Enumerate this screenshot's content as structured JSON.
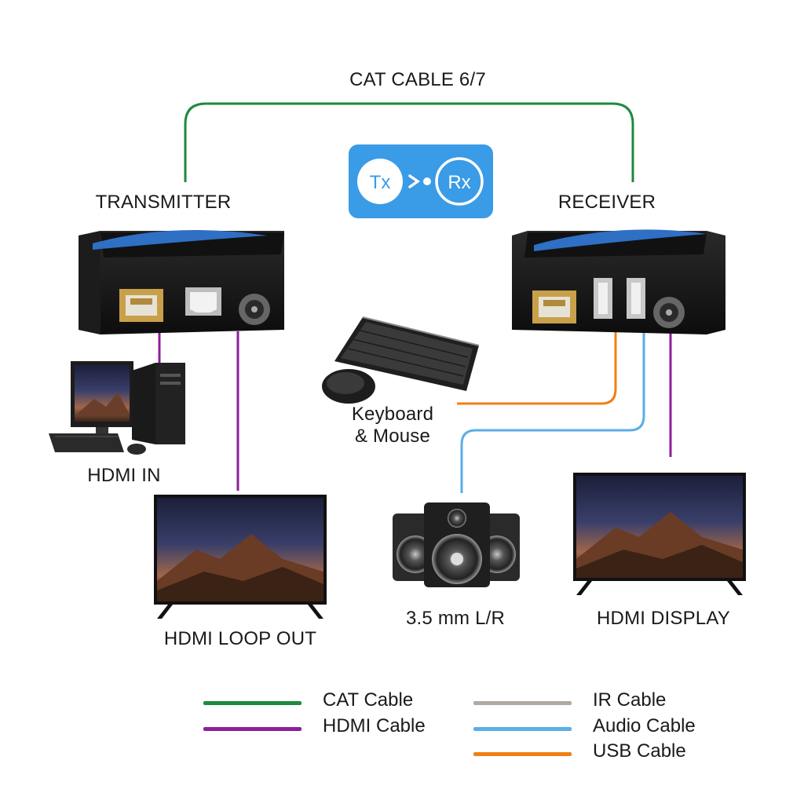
{
  "top_cable_label": "CAT CABLE 6/7",
  "badge": {
    "tx": "Tx",
    "rx": "Rx",
    "color": "#3a9be6"
  },
  "devices": {
    "transmitter": "TRANSMITTER",
    "receiver": "RECEIVER",
    "hdmi_in": "HDMI IN",
    "hdmi_loop_out": "HDMI LOOP OUT",
    "keyboard_mouse_line1": "Keyboard",
    "keyboard_mouse_line2": "& Mouse",
    "audio": "3.5 mm L/R",
    "hdmi_display": "HDMI DISPLAY"
  },
  "legend": [
    {
      "label": "CAT Cable",
      "color": "#1e8a3c"
    },
    {
      "label": "HDMI Cable",
      "color": "#8e1f9a"
    },
    {
      "label": "IR Cable",
      "color": "#b0aaa0"
    },
    {
      "label": "Audio Cable",
      "color": "#5aaee8"
    },
    {
      "label": "USB Cable",
      "color": "#f07f14"
    }
  ]
}
